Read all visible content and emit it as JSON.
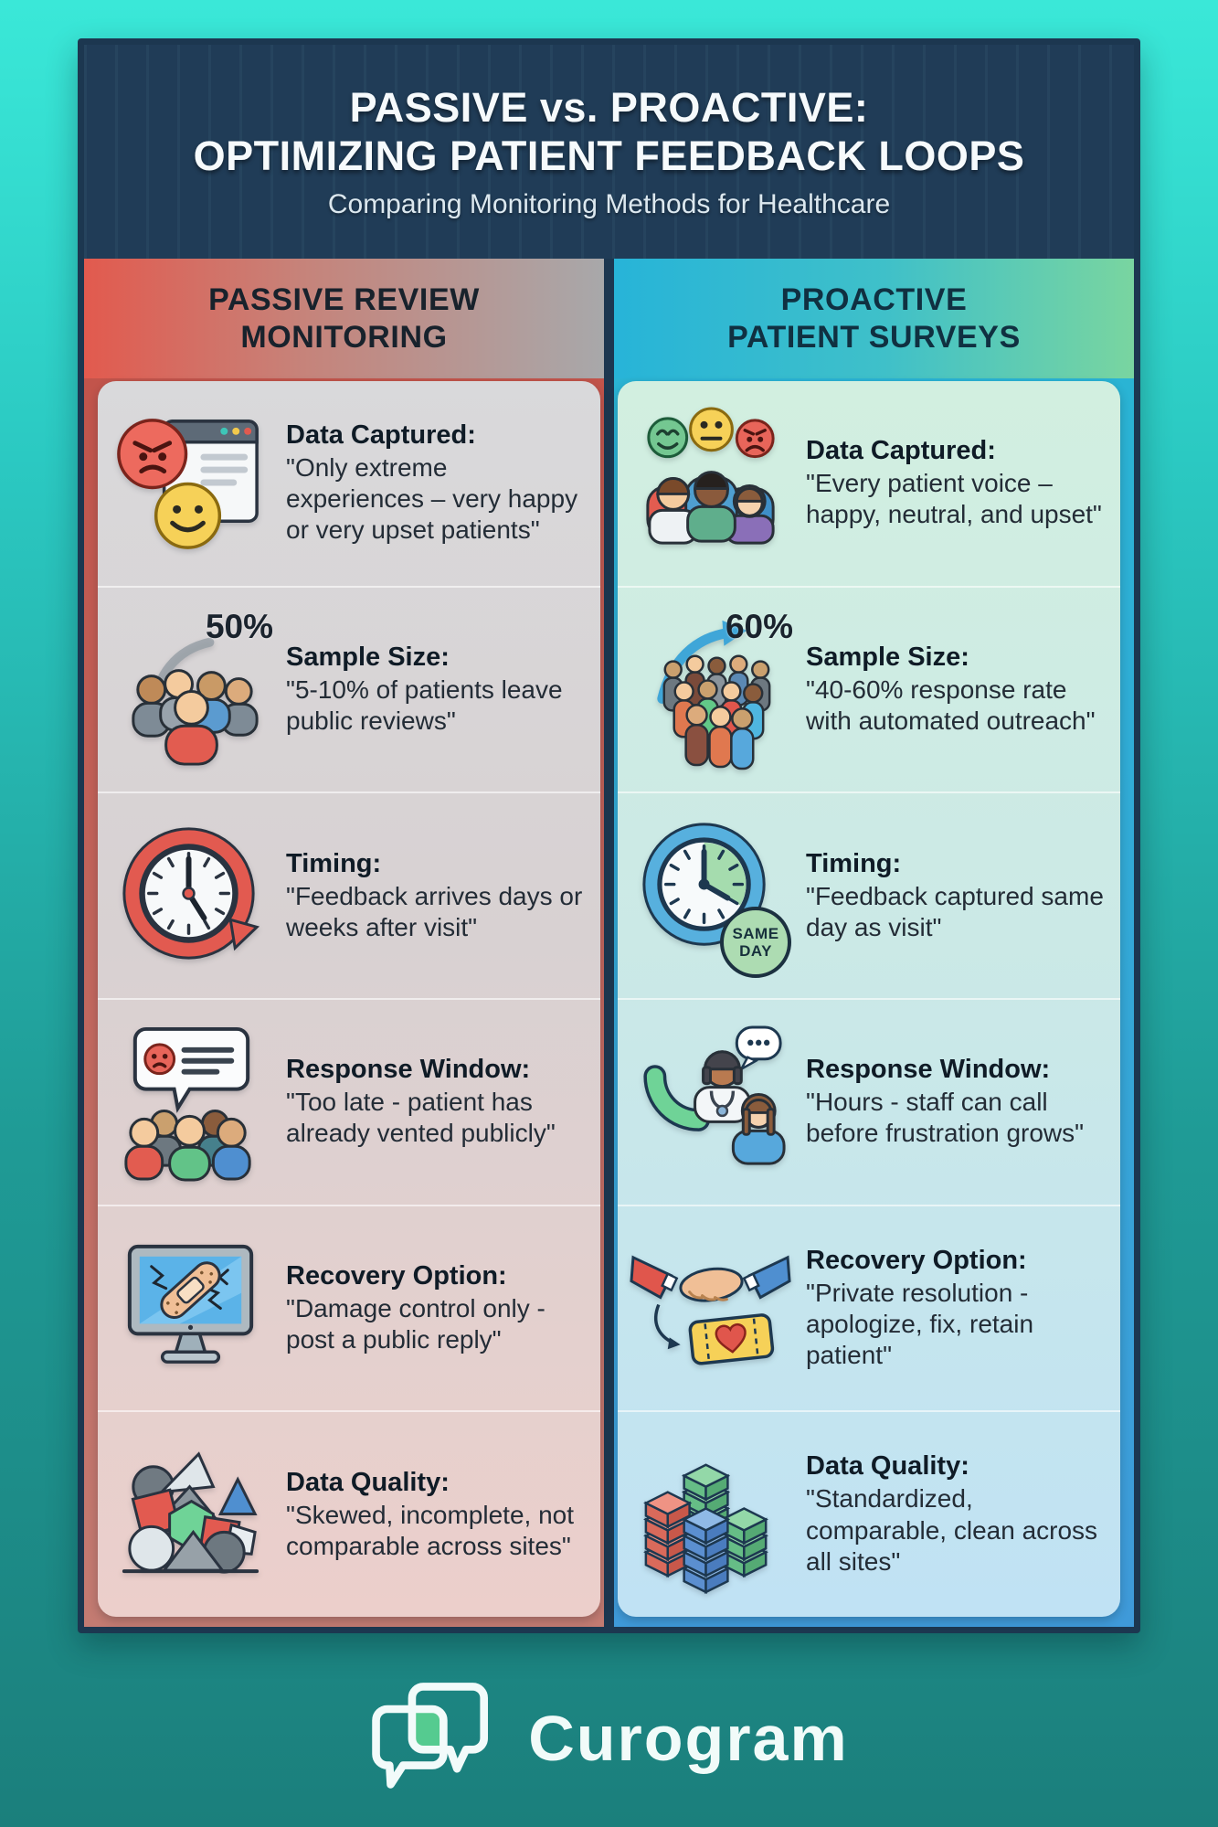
{
  "header": {
    "title_line1": "PASSIVE vs. PROACTIVE:",
    "title_line2": "OPTIMIZING PATIENT FEEDBACK LOOPS",
    "subtitle": "Comparing Monitoring Methods for Healthcare"
  },
  "columns": {
    "left": {
      "title_line1": "PASSIVE REVIEW",
      "title_line2": "MONITORING",
      "rows": [
        {
          "icon": "angry-happy-review-icon",
          "heading": "Data Captured:",
          "body": "\"Only extreme experiences – very happy or very upset patients\""
        },
        {
          "icon": "small-crowd-icon",
          "stat": "50%",
          "heading": "Sample Size:",
          "body": "\"5-10% of patients leave public reviews\""
        },
        {
          "icon": "delayed-clock-icon",
          "heading": "Timing:",
          "body": "\"Feedback arrives days or weeks after visit\""
        },
        {
          "icon": "vent-speech-crowd-icon",
          "heading": "Response Window:",
          "body": "\"Too late - patient has already vented publicly\""
        },
        {
          "icon": "bandaged-monitor-icon",
          "heading": "Recovery Option:",
          "body": "\"Damage control only - post a public reply\""
        },
        {
          "icon": "messy-shapes-icon",
          "heading": "Data Quality:",
          "body": "\"Skewed, incomplete, not comparable across sites\""
        }
      ]
    },
    "right": {
      "title_line1": "PROACTIVE",
      "title_line2": "PATIENT SURVEYS",
      "rows": [
        {
          "icon": "emoji-patients-icon",
          "heading": "Data Captured:",
          "body": "\"Every patient voice – happy, neutral, and upset\""
        },
        {
          "icon": "large-crowd-icon",
          "stat": "60%",
          "heading": "Sample Size:",
          "body": "\"40-60% response rate with automated outreach\""
        },
        {
          "icon": "same-day-clock-icon",
          "badge_line1": "SAME",
          "badge_line2": "DAY",
          "heading": "Timing:",
          "body": "\"Feedback captured same day as visit\""
        },
        {
          "icon": "doctor-call-icon",
          "heading": "Response Window:",
          "body": "\"Hours - staff can call before frustration grows\""
        },
        {
          "icon": "handshake-ticket-icon",
          "heading": "Recovery Option:",
          "body": "\"Private resolution - apologize, fix, retain patient\""
        },
        {
          "icon": "stacked-blocks-icon",
          "heading": "Data Quality:",
          "body": "\"Standardized, comparable, clean across all sites\""
        }
      ]
    }
  },
  "footer": {
    "brand": "Curogram",
    "logo": "chat-bubbles-icon"
  }
}
